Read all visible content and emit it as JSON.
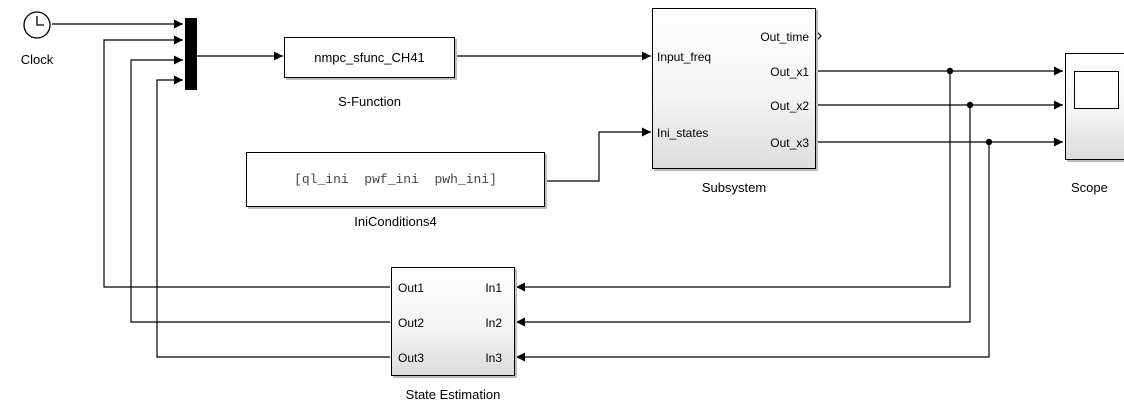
{
  "clock": {
    "label": "Clock",
    "icon": "clock-icon"
  },
  "mux": {
    "inputs": 4
  },
  "sfunction": {
    "body": "nmpc_sfunc_CH41",
    "caption": "S-Function"
  },
  "constant": {
    "body": "[ql_ini  pwf_ini  pwh_ini]",
    "caption": "IniConditions4"
  },
  "subsystem": {
    "caption": "Subsystem",
    "inputs": [
      "Input_freq",
      "Ini_states"
    ],
    "outputs": [
      "Out_time",
      "Out_x1",
      "Out_x2",
      "Out_x3"
    ]
  },
  "scope": {
    "label": "Scope",
    "icon": "scope-screen-icon"
  },
  "state_estimation": {
    "caption": "State Estimation",
    "outputs": [
      "Out1",
      "Out2",
      "Out3"
    ],
    "inputs": [
      "In1",
      "In2",
      "In3"
    ]
  },
  "colors": {
    "wire": "#000000",
    "block_border": "#000000",
    "shadow": "#bdbdbd"
  }
}
